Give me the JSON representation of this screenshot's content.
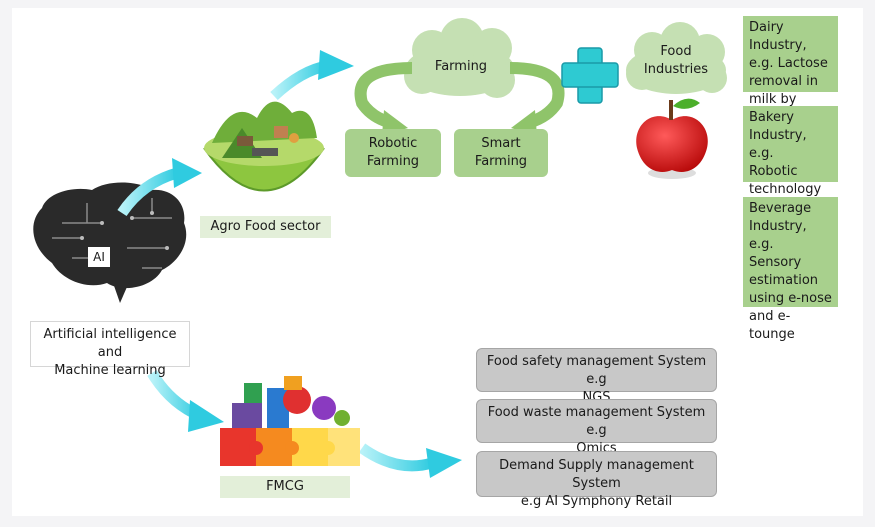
{
  "ai_brain": {
    "label": "AI"
  },
  "ai_caption": "Artificial intelligence and\nMachine learning",
  "agro": {
    "label": "Agro Food sector"
  },
  "farming": {
    "cloud_label": "Farming",
    "robotic": "Robotic\nFarming",
    "smart": "Smart\nFarming"
  },
  "food_industries": {
    "cloud_label": "Food\nIndustries"
  },
  "industries": [
    "Dairy Industry,\ne.g. Lactose\nremoval in\nmilk by ANN.",
    "Bakery\nIndustry, e.g.\nRobotic\ntechnology",
    "Beverage\nIndustry, e.g.\nSensory\nestimation\nusing e-nose\nand e-tounge"
  ],
  "fmcg": {
    "label": "FMCG"
  },
  "systems": [
    "Food safety management System e.g\nNGS",
    "Food waste management System e.g\nOmics",
    "Demand Supply management System\ne.g AI Symphony  Retail"
  ],
  "colors": {
    "green_box": "#a8d08d",
    "cloud": "#c5e0b3",
    "gray_box": "#c8c8c8",
    "arrow": "#38d4e6",
    "plus": "#2ecad2",
    "apple": "#e01818"
  }
}
